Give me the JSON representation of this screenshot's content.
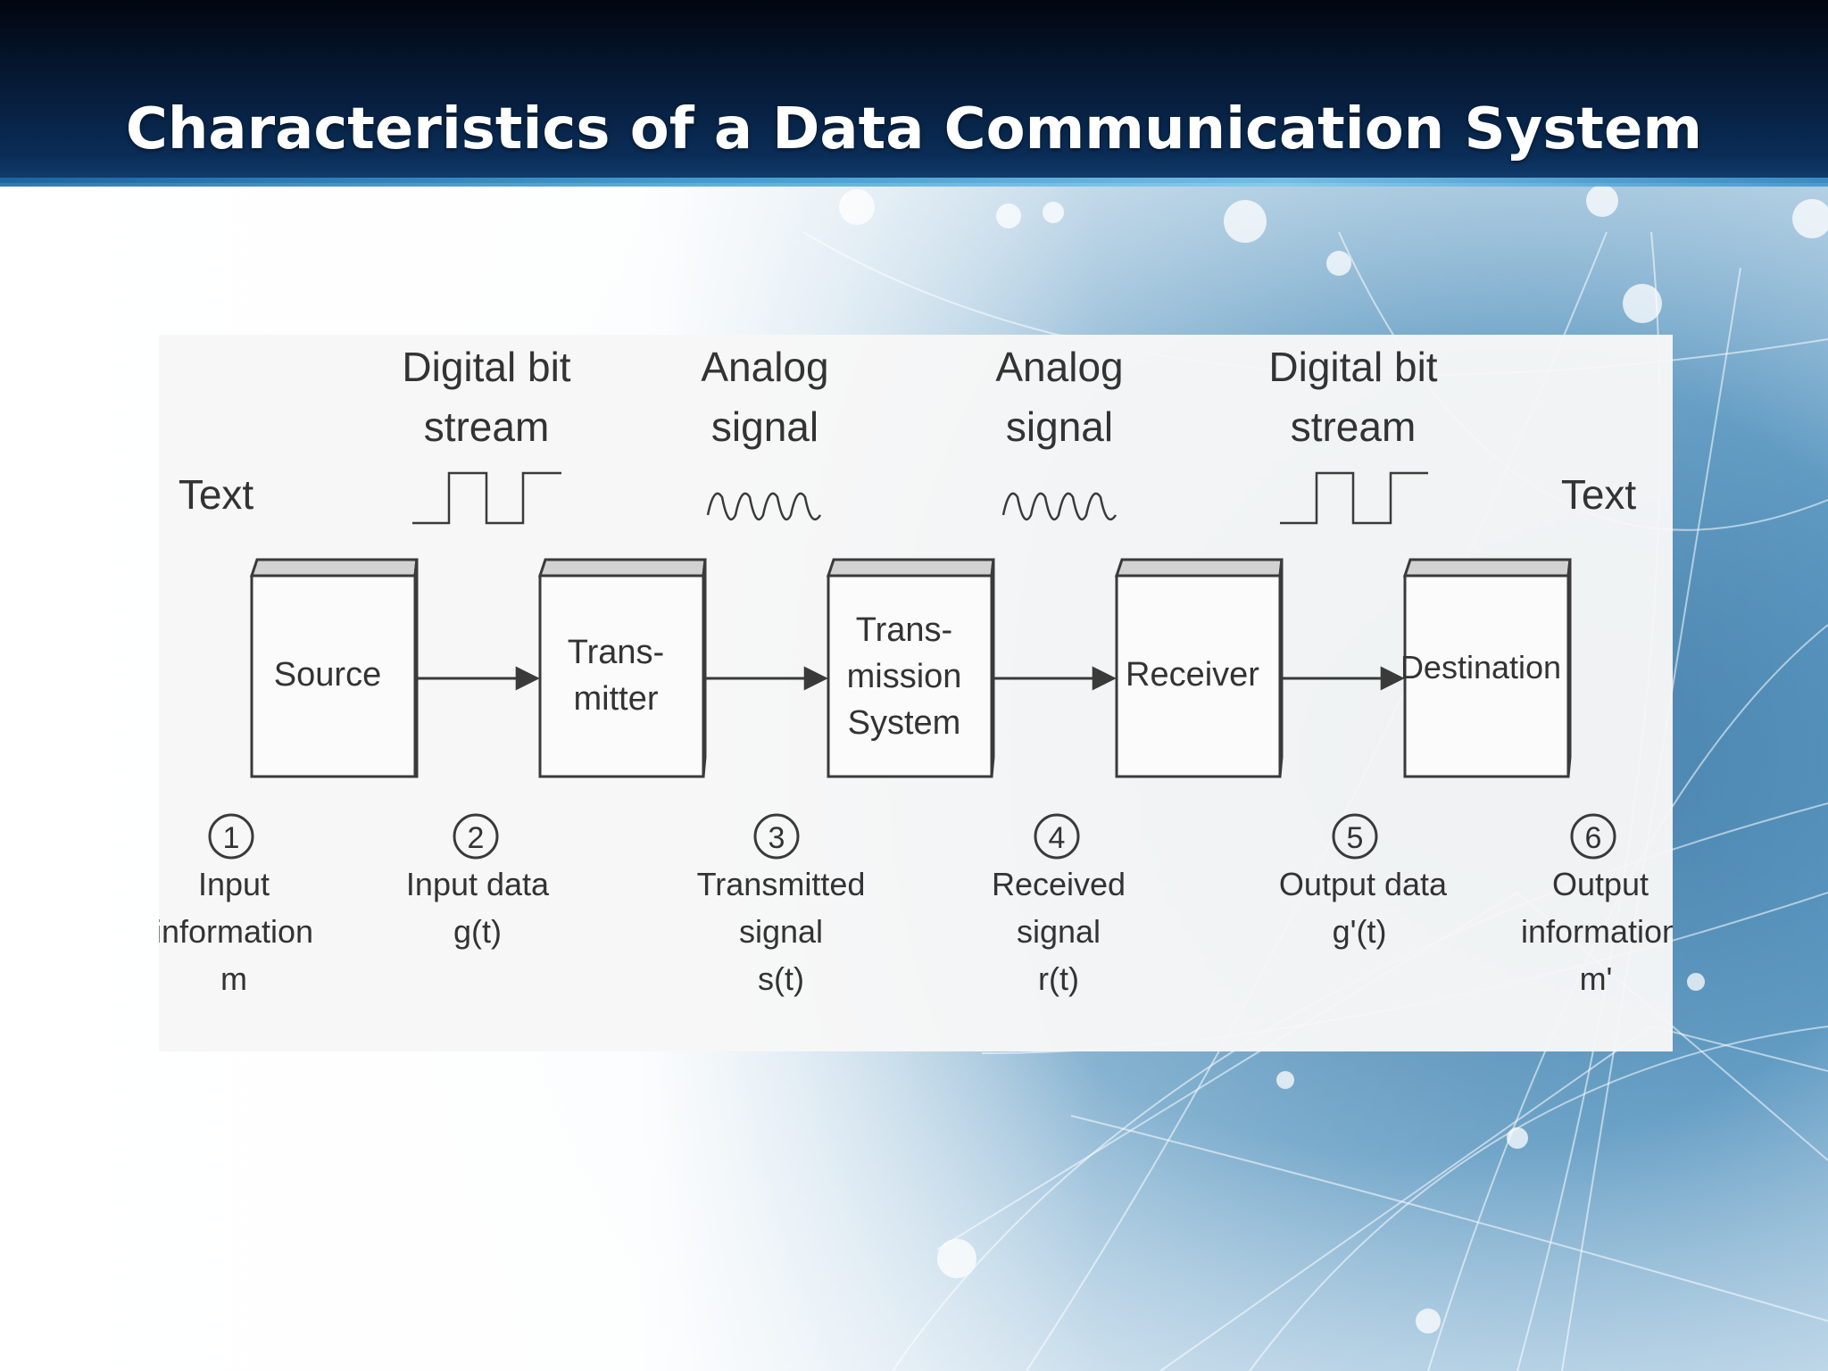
{
  "slide": {
    "title": "Characteristics of a Data Communication System"
  },
  "diagram": {
    "top_labels": {
      "text_left": "Text",
      "digital_1_line1": "Digital bit",
      "digital_1_line2": "stream",
      "analog_1_line1": "Analog",
      "analog_1_line2": "signal",
      "analog_2_line1": "Analog",
      "analog_2_line2": "signal",
      "digital_2_line1": "Digital bit",
      "digital_2_line2": "stream",
      "text_right": "Text"
    },
    "blocks": [
      {
        "lines": [
          "Source"
        ]
      },
      {
        "lines": [
          "Trans-",
          "mitter"
        ]
      },
      {
        "lines": [
          "Trans-",
          "mission",
          "System"
        ]
      },
      {
        "lines": [
          "Receiver"
        ]
      },
      {
        "lines": [
          "Destination"
        ]
      }
    ],
    "stages": [
      {
        "number": "1",
        "lines": [
          "Input",
          "information",
          "m"
        ]
      },
      {
        "number": "2",
        "lines": [
          "Input data",
          "g(t)"
        ]
      },
      {
        "number": "3",
        "lines": [
          "Transmitted",
          "signal",
          "s(t)"
        ]
      },
      {
        "number": "4",
        "lines": [
          "Received",
          "signal",
          "r(t)"
        ]
      },
      {
        "number": "5",
        "lines": [
          "Output data",
          "g'(t)"
        ]
      },
      {
        "number": "6",
        "lines": [
          "Output",
          "information",
          "m'"
        ]
      }
    ],
    "colors": {
      "box_stroke": "#3a3a3a",
      "box_front": "#fbfbfb",
      "box_top": "#d2d2d2",
      "box_side": "#b8b8b8",
      "text": "#333333"
    }
  }
}
